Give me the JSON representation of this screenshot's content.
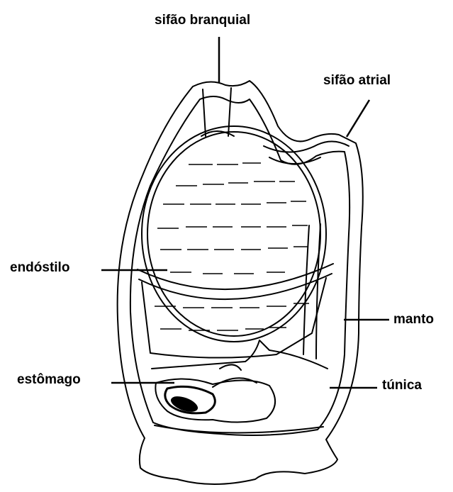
{
  "diagram": {
    "labels": {
      "sifao_branquial": "sifão branquial",
      "sifao_atrial": "sifão atrial",
      "endostilo": "endóstilo",
      "manto": "manto",
      "estomago": "estômago",
      "tunica": "túnica"
    },
    "colors": {
      "ink": "#000000",
      "background": "#ffffff"
    }
  }
}
